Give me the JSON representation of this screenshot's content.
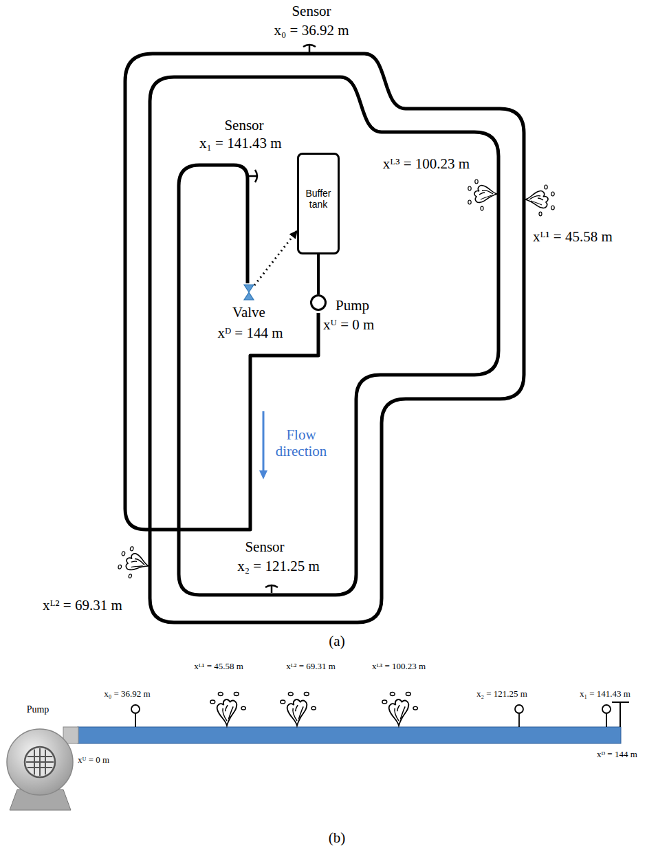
{
  "diagram": {
    "nodes": [
      {
        "text": [
          "Buffer tank"
        ]
      },
      {
        "text": [
          "Valve",
          "xᴰ = 144 m"
        ]
      },
      {
        "text": [
          "Pump",
          "xᵁ = 0 m"
        ]
      }
    ],
    "edges": [
      {
        "from": 1,
        "to": 0,
        "arrow": "to"
      },
      {
        "from": 0,
        "to": 2,
        "arrow": "none"
      }
    ],
    "labels": [
      "Sensor",
      "x₀ = 36.92 m",
      "Sensor",
      "x₁ = 141.43 m",
      "xᴸ³ = 100.23 m",
      "xᴸ¹ = 45.58 m",
      "xᴸ² = 69.31 m",
      "Sensor",
      "x₂ = 121.25 m",
      "Flow direction",
      "(a)",
      "Pump",
      "xᵁ = 0 m",
      "x₀ = 36.92 m",
      "xᴸ¹ = 45.58 m",
      "xᴸ² = 69.31 m",
      "xᴸ³ = 100.23 m",
      "x₂ = 121.25 m",
      "x₁ = 141.43 m",
      "xᴰ = 144 m",
      "(b)"
    ]
  }
}
